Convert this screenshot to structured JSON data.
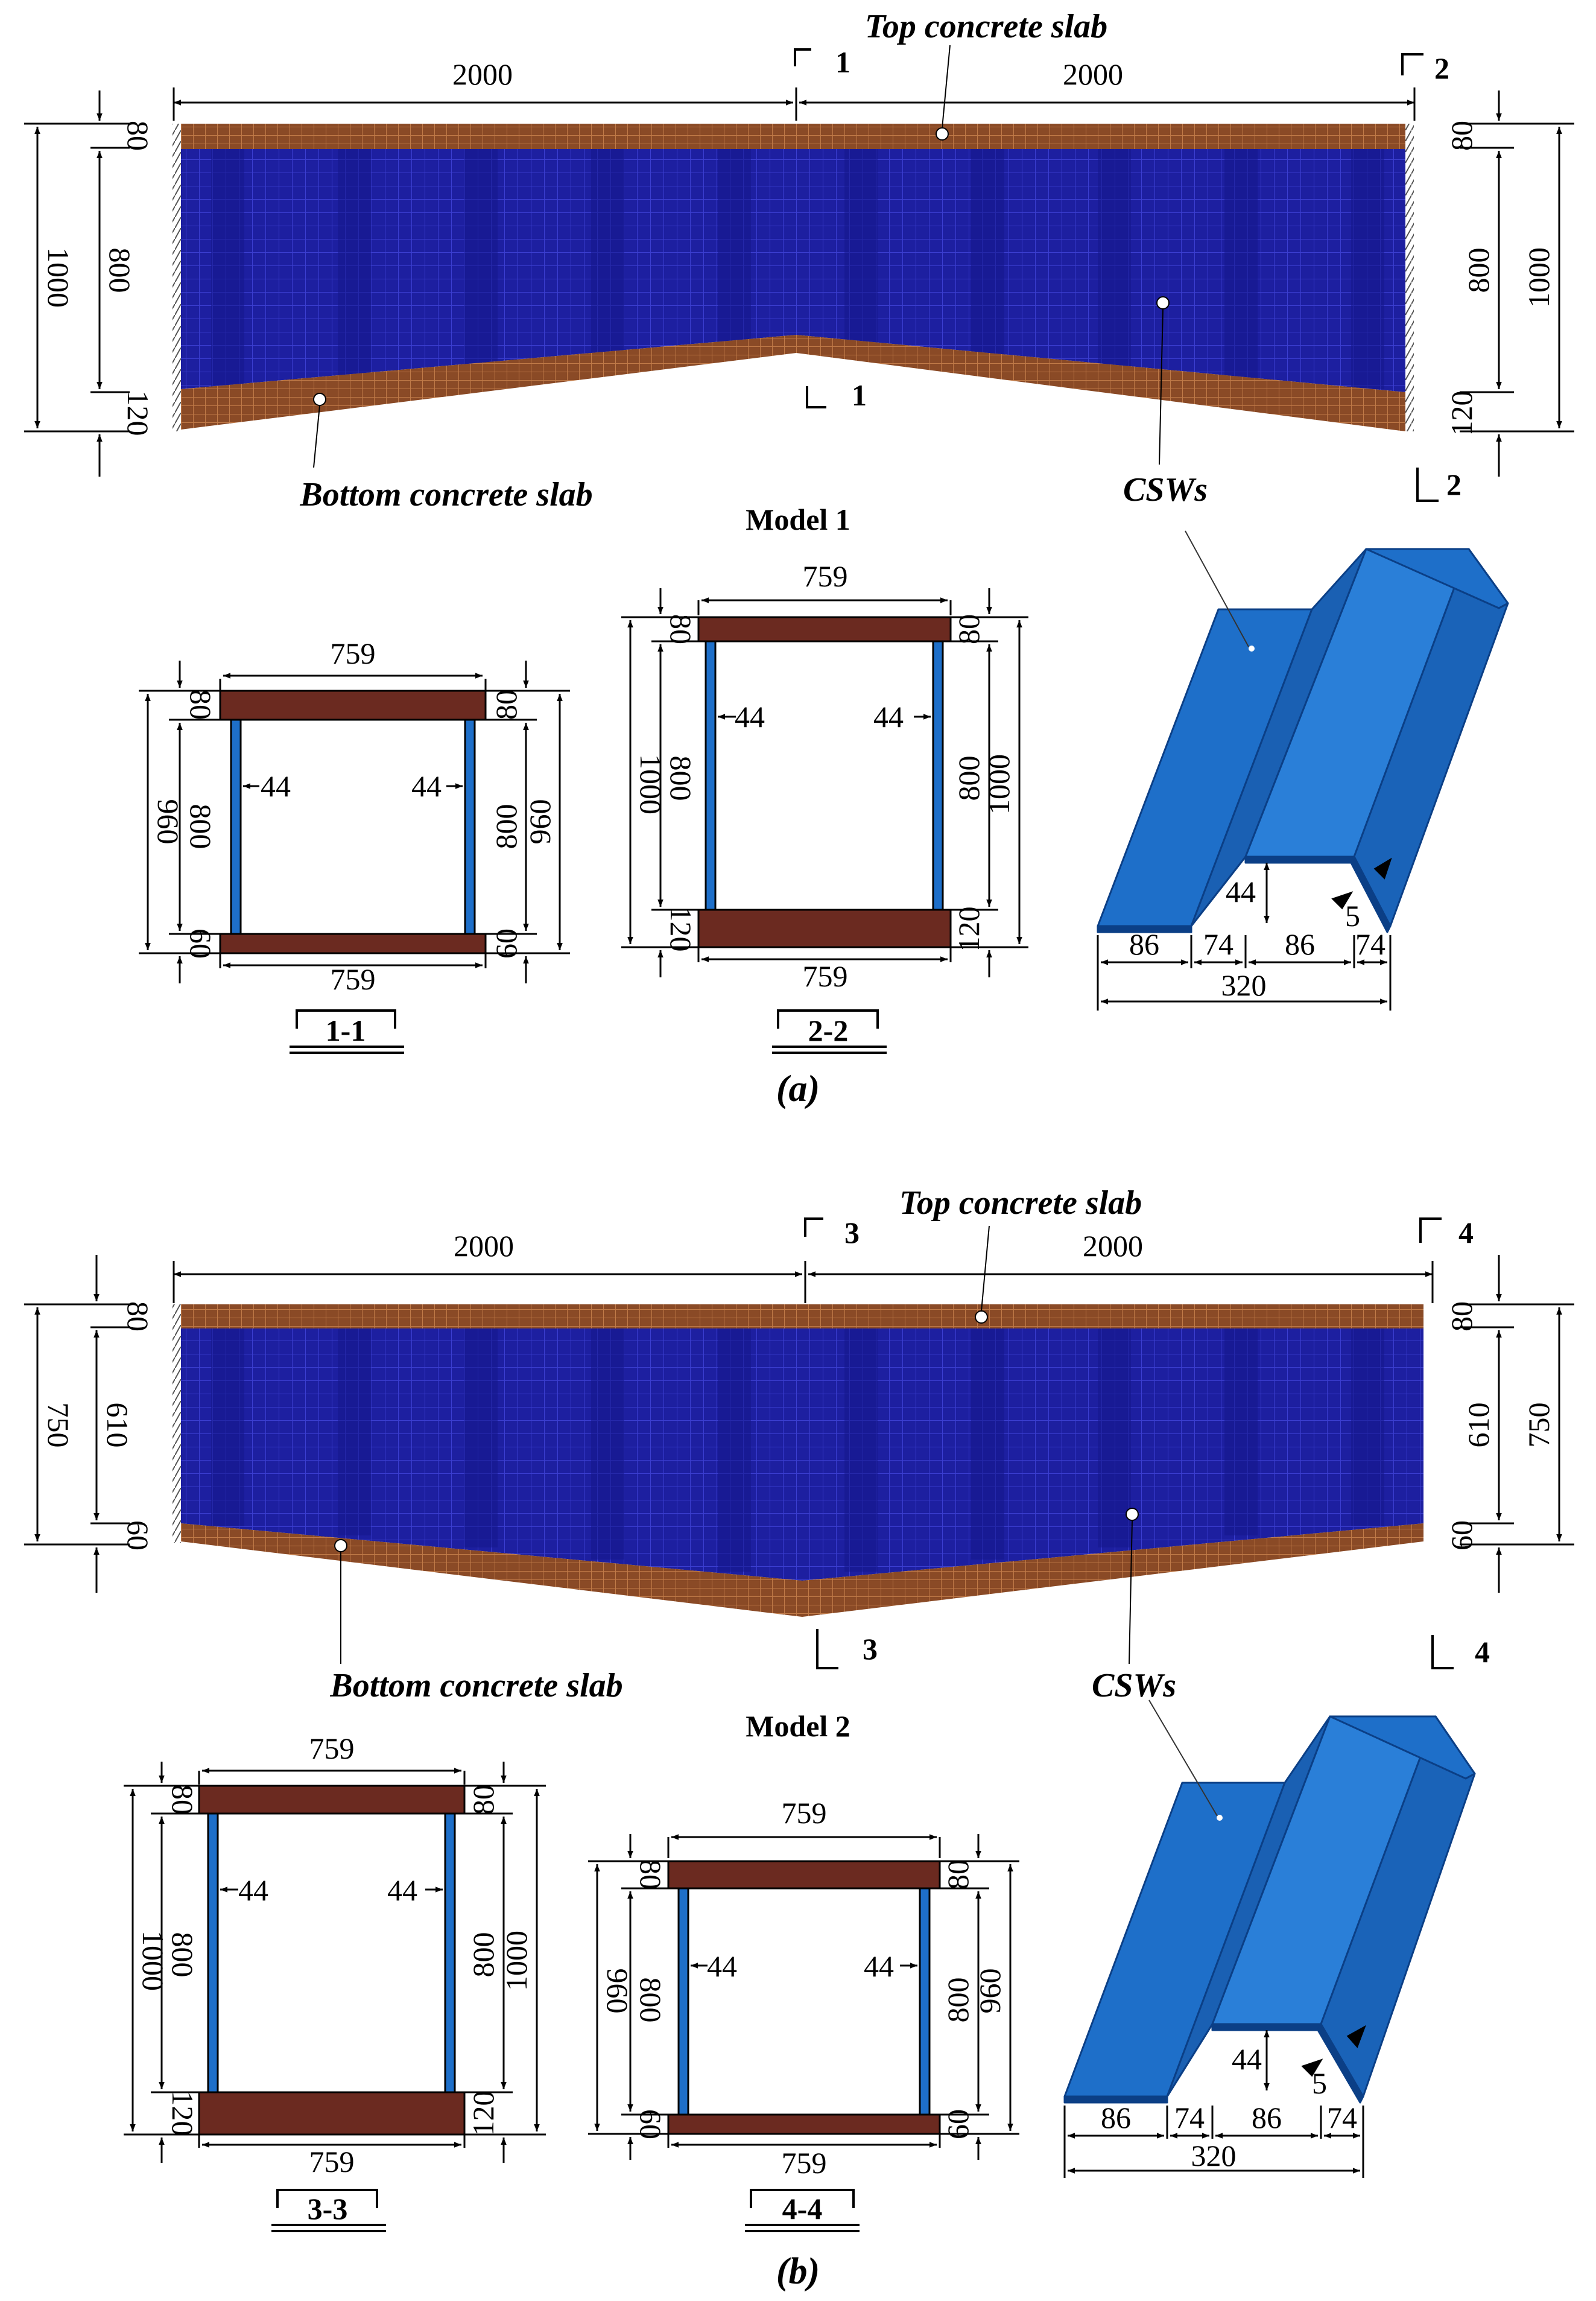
{
  "colors": {
    "web_blue": "#1d1fa0",
    "web_grid": "#3538c8",
    "slab_brown": "#8a4a26",
    "slab_dark": "#6b2a20",
    "csw_blue": "#1e6fc9",
    "csw_edge": "#0b3f86"
  },
  "panel_a": {
    "label": "(a)",
    "model_title": "Model 1",
    "top_slab_label": "Top concrete slab",
    "bottom_slab_label": "Bottom concrete slab",
    "csw_label": "CSWs",
    "span_left": "2000",
    "span_right": "2000",
    "cut_mid": "1",
    "cut_end": "2",
    "left_top_thk": "80",
    "left_web": "800",
    "left_total": "1000",
    "left_bottom_thk": "120",
    "right_top_thk": "80",
    "right_web": "800",
    "right_total": "1000",
    "right_bottom_thk": "120",
    "section_1": {
      "title": "1-1",
      "width_top": "759",
      "width_bottom": "759",
      "top_thk_l": "80",
      "web_l": "800",
      "total_l": "960",
      "bot_thk_l": "60",
      "top_thk_r": "80",
      "web_r": "800",
      "total_r": "960",
      "bot_thk_r": "60",
      "web_t_l": "44",
      "web_t_r": "44"
    },
    "section_2": {
      "title": "2-2",
      "width_top": "759",
      "width_bottom": "759",
      "top_thk_l": "80",
      "web_l": "800",
      "total_l": "1000",
      "bot_thk_l": "120",
      "top_thk_r": "80",
      "web_r": "800",
      "total_r": "1000",
      "bot_thk_r": "120",
      "web_t_l": "44",
      "web_t_r": "44"
    },
    "csw": {
      "d1": "86",
      "d2": "74",
      "d3": "86",
      "d4": "74",
      "length": "320",
      "depth": "44",
      "thk": "5"
    }
  },
  "panel_b": {
    "label": "(b)",
    "model_title": "Model 2",
    "top_slab_label": "Top concrete slab",
    "bottom_slab_label": "Bottom concrete slab",
    "csw_label": "CSWs",
    "span_left": "2000",
    "span_right": "2000",
    "cut_mid": "3",
    "cut_end": "4",
    "left_top_thk": "80",
    "left_web": "610",
    "left_total": "750",
    "left_bottom_thk": "60",
    "right_top_thk": "80",
    "right_web": "610",
    "right_total": "750",
    "right_bottom_thk": "60",
    "section_3": {
      "title": "3-3",
      "width_top": "759",
      "width_bottom": "759",
      "top_thk_l": "80",
      "web_l": "800",
      "total_l": "1000",
      "bot_thk_l": "120",
      "top_thk_r": "80",
      "web_r": "800",
      "total_r": "1000",
      "bot_thk_r": "120",
      "web_t_l": "44",
      "web_t_r": "44"
    },
    "section_4": {
      "title": "4-4",
      "width_top": "759",
      "width_bottom": "759",
      "top_thk_l": "80",
      "web_l": "800",
      "total_l": "960",
      "bot_thk_l": "60",
      "top_thk_r": "80",
      "web_r": "800",
      "total_r": "960",
      "bot_thk_r": "60",
      "web_t_l": "44",
      "web_t_r": "44"
    },
    "csw": {
      "d1": "86",
      "d2": "74",
      "d3": "86",
      "d4": "74",
      "length": "320",
      "depth": "44",
      "thk": "5"
    }
  }
}
